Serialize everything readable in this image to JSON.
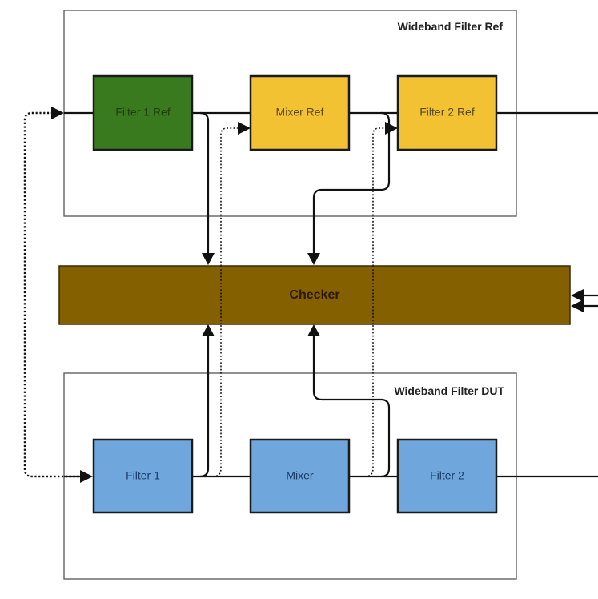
{
  "diagram": {
    "groups": {
      "ref": {
        "title": "Wideband Filter Ref"
      },
      "dut": {
        "title": "Wideband Filter DUT"
      }
    },
    "blocks": {
      "filter1_ref": {
        "label": "Filter 1 Ref",
        "fill": "#3a7a1e",
        "text_color": "#1f3d10"
      },
      "mixer_ref": {
        "label": "Mixer Ref",
        "fill": "#f2c232",
        "text_color": "#5a4a1a"
      },
      "filter2_ref": {
        "label": "Filter 2 Ref",
        "fill": "#f2c232",
        "text_color": "#5a4a1a"
      },
      "checker": {
        "label": "Checker",
        "fill": "#856000",
        "text_color": "#2a1a05"
      },
      "filter1": {
        "label": "Filter 1",
        "fill": "#6fa6dc",
        "text_color": "#1c3a66"
      },
      "mixer": {
        "label": "Mixer",
        "fill": "#6fa6dc",
        "text_color": "#1c3a66"
      },
      "filter2": {
        "label": "Filter 2",
        "fill": "#6fa6dc",
        "text_color": "#1c3a66"
      }
    },
    "connections": [
      {
        "from": "input-dotted",
        "to": "filter1_ref",
        "style": "dotted"
      },
      {
        "from": "input-dotted",
        "to": "filter1",
        "style": "dotted"
      },
      {
        "from": "filter1_ref",
        "to": "mixer_ref",
        "style": "solid"
      },
      {
        "from": "filter1_ref",
        "to": "checker",
        "style": "solid"
      },
      {
        "from": "filter1",
        "to": "mixer_ref",
        "style": "dotted"
      },
      {
        "from": "mixer_ref",
        "to": "filter2_ref",
        "style": "solid"
      },
      {
        "from": "filter2_ref-input",
        "to": "checker",
        "style": "solid"
      },
      {
        "from": "mixer",
        "to": "filter2_ref",
        "style": "dotted"
      },
      {
        "from": "filter1",
        "to": "mixer",
        "style": "solid"
      },
      {
        "from": "filter1",
        "to": "checker",
        "style": "solid"
      },
      {
        "from": "mixer",
        "to": "filter2",
        "style": "solid"
      },
      {
        "from": "mixer",
        "to": "checker",
        "style": "solid"
      },
      {
        "from": "filter2_ref",
        "to": "checker",
        "style": "solid"
      },
      {
        "from": "filter2",
        "to": "checker",
        "style": "solid"
      }
    ]
  }
}
